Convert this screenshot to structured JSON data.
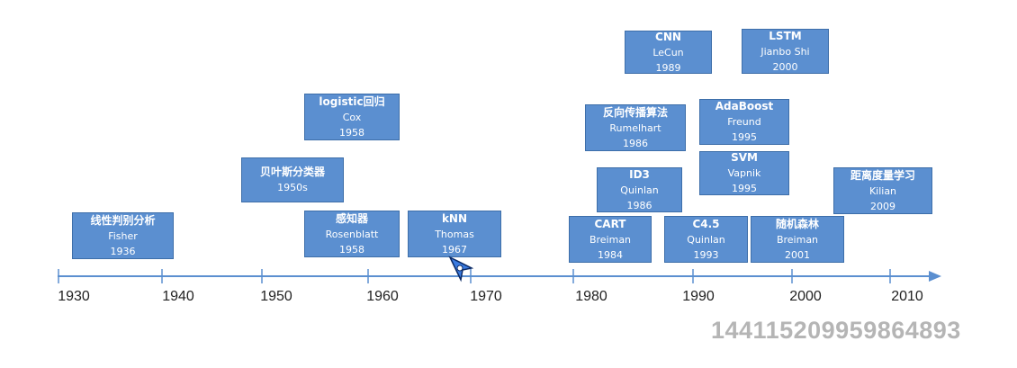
{
  "timeline": {
    "years": [
      "1930",
      "1940",
      "1950",
      "1960",
      "1970",
      "1980",
      "1990",
      "2000",
      "2010"
    ],
    "events": [
      {
        "title": "线性判别分析",
        "author": "Fisher",
        "year": "1936"
      },
      {
        "title": "贝叶斯分类器",
        "author": "",
        "year": "1950s"
      },
      {
        "title": "logistic回归",
        "author": "Cox",
        "year": "1958"
      },
      {
        "title": "感知器",
        "author": "Rosenblatt",
        "year": "1958"
      },
      {
        "title": "kNN",
        "author": "Thomas",
        "year": "1967"
      },
      {
        "title": "反向传播算法",
        "author": "Rumelhart",
        "year": "1986"
      },
      {
        "title": "CNN",
        "author": "LeCun",
        "year": "1989"
      },
      {
        "title": "ID3",
        "author": "Quinlan",
        "year": "1986"
      },
      {
        "title": "CART",
        "author": "Breiman",
        "year": "1984"
      },
      {
        "title": "LSTM",
        "author": "Jianbo Shi",
        "year": "2000"
      },
      {
        "title": "AdaBoost",
        "author": "Freund",
        "year": "1995"
      },
      {
        "title": "SVM",
        "author": "Vapnik",
        "year": "1995"
      },
      {
        "title": "C4.5",
        "author": "Quinlan",
        "year": "1993"
      },
      {
        "title": "随机森林",
        "author": "Breiman",
        "year": "2001"
      },
      {
        "title": "距离度量学习",
        "author": "Kilian",
        "year": "2009"
      }
    ]
  },
  "watermark": "14411520995986 4893",
  "colors": {
    "box": "#5b8fd0",
    "axis": "#5b8fd0",
    "text": "#ffffff"
  }
}
